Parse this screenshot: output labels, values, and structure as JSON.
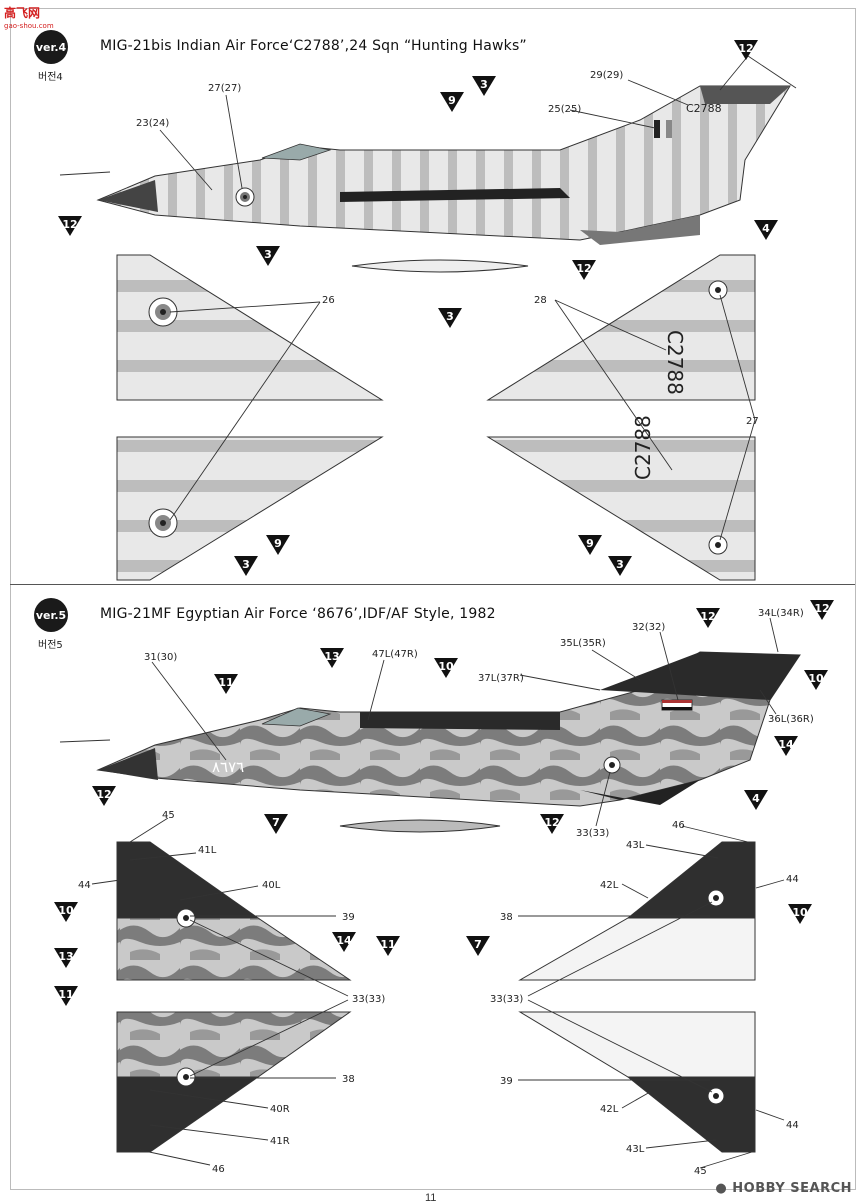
{
  "watermark": {
    "site_logo": "高飞网",
    "site_url": "gao-shou.com",
    "footer": "HOBBY SEARCH"
  },
  "page_number": "11",
  "versions": [
    {
      "badge": "ver.4",
      "sub": "버전4",
      "title": "MIG-21bis Indian Air Force‘C2788’,24 Sqn “Hunting Hawks”"
    },
    {
      "badge": "ver.5",
      "sub": "버전5",
      "title": "MIG-21MF Egyptian Air Force ‘8676’,IDF/AF Style, 1982"
    }
  ],
  "markings": {
    "v4_serial": "C2788",
    "v5_serial": "8676",
    "v5_nose_number": "٨٦٧٦"
  },
  "callouts_v4": [
    "23(24)",
    "27(27)",
    "25(25)",
    "29(29)",
    "26",
    "28",
    "27"
  ],
  "color_markers_v4": [
    "12",
    "9",
    "3",
    "12",
    "3",
    "12",
    "4",
    "3",
    "9",
    "3",
    "9",
    "3"
  ],
  "callouts_v5": [
    "31(30)",
    "47L(47R)",
    "32(32)",
    "35L(35R)",
    "37L(37R)",
    "34L(34R)",
    "36L(36R)",
    "33(33)",
    "45",
    "41L",
    "44",
    "40L",
    "39",
    "33(33)",
    "38",
    "40R",
    "41R",
    "46",
    "46",
    "43L",
    "42L",
    "44",
    "38",
    "33(33)",
    "39",
    "42L",
    "44",
    "43L",
    "45"
  ],
  "color_markers_v5": [
    "11",
    "13",
    "10",
    "12",
    "12",
    "10",
    "14",
    "12",
    "7",
    "12",
    "4",
    "10",
    "13",
    "14",
    "11",
    "11",
    "7",
    "10"
  ]
}
